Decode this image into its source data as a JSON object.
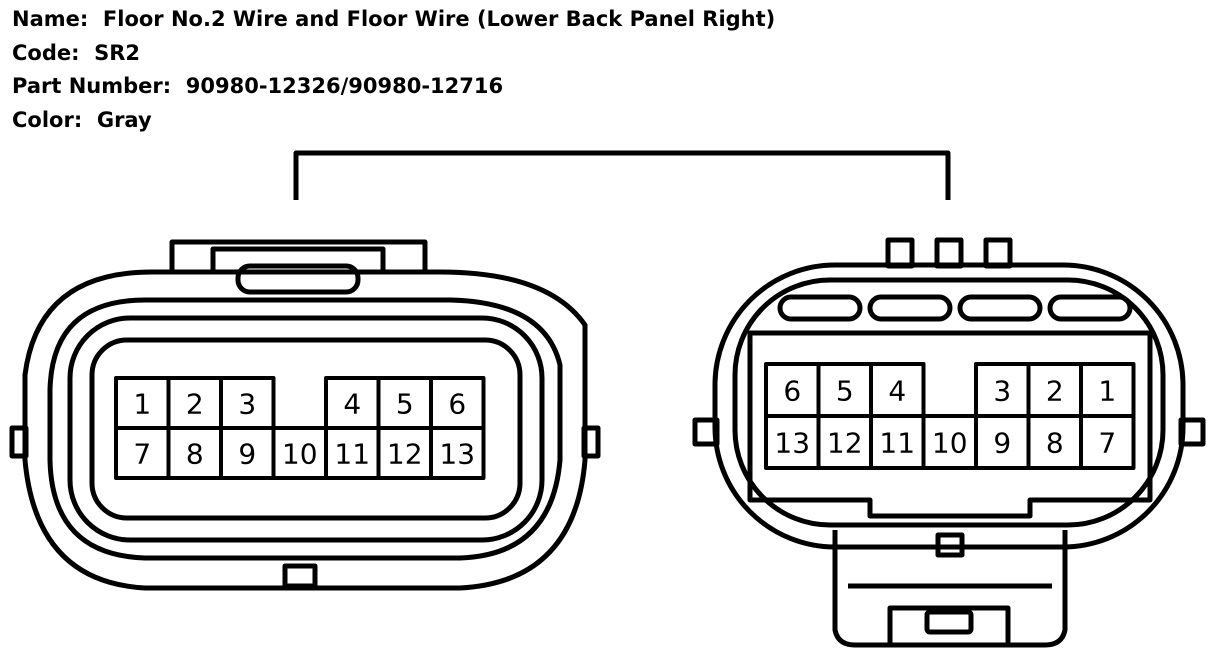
{
  "header": {
    "name_label": "Name:",
    "name_value": "Floor No.2 Wire and Floor Wire (Lower Back Panel Right)",
    "code_label": "Code:",
    "code_value": "SR2",
    "part_label": "Part Number:",
    "part_value": "90980-12326/90980-12716",
    "color_label": "Color:",
    "color_value": "Gray"
  },
  "left_connector": {
    "top_row": [
      "1",
      "2",
      "3",
      "",
      "4",
      "5",
      "6"
    ],
    "bottom_row": [
      "7",
      "8",
      "9",
      "10",
      "11",
      "12",
      "13"
    ]
  },
  "right_connector": {
    "top_row": [
      "6",
      "5",
      "4",
      "",
      "3",
      "2",
      "1"
    ],
    "bottom_row": [
      "13",
      "12",
      "11",
      "10",
      "9",
      "8",
      "7"
    ]
  }
}
